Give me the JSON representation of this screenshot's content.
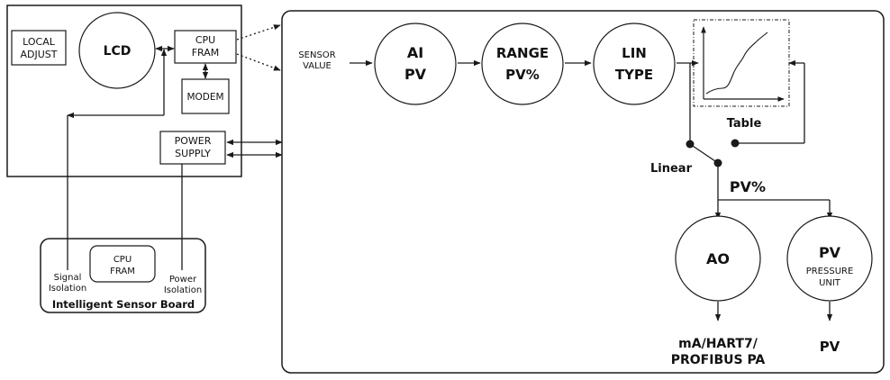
{
  "colors": {
    "line": "#1a1a1a",
    "background": "#ffffff"
  },
  "device": {
    "local_adjust": [
      "LOCAL",
      "ADJUST"
    ],
    "lcd": "LCD",
    "cpu_fram": [
      "CPU",
      "FRAM"
    ],
    "modem": "MODEM",
    "power_supply": [
      "POWER",
      "SUPPLY"
    ]
  },
  "sensor_board": {
    "title": "Intelligent Sensor Board",
    "cpu_fram": [
      "CPU",
      "FRAM"
    ],
    "signal_isolation": [
      "Signal",
      "Isolation"
    ],
    "power_isolation": [
      "Power",
      "Isolation"
    ]
  },
  "block_diagram": {
    "sensor_value": [
      "SENSOR",
      "VALUE"
    ],
    "ai_pv": [
      "AI",
      "PV"
    ],
    "range": [
      "RANGE",
      "PV%"
    ],
    "lin_type": [
      "LIN",
      "TYPE"
    ],
    "table_label": "Table",
    "linear_label": "Linear",
    "pv_percent": "PV%",
    "ao": "AO",
    "pv": "PV",
    "pressure_unit": [
      "PRESSURE",
      "UNIT"
    ],
    "output_ao": [
      "mA/HART7/",
      "PROFIBUS PA"
    ],
    "output_pv": "PV"
  }
}
